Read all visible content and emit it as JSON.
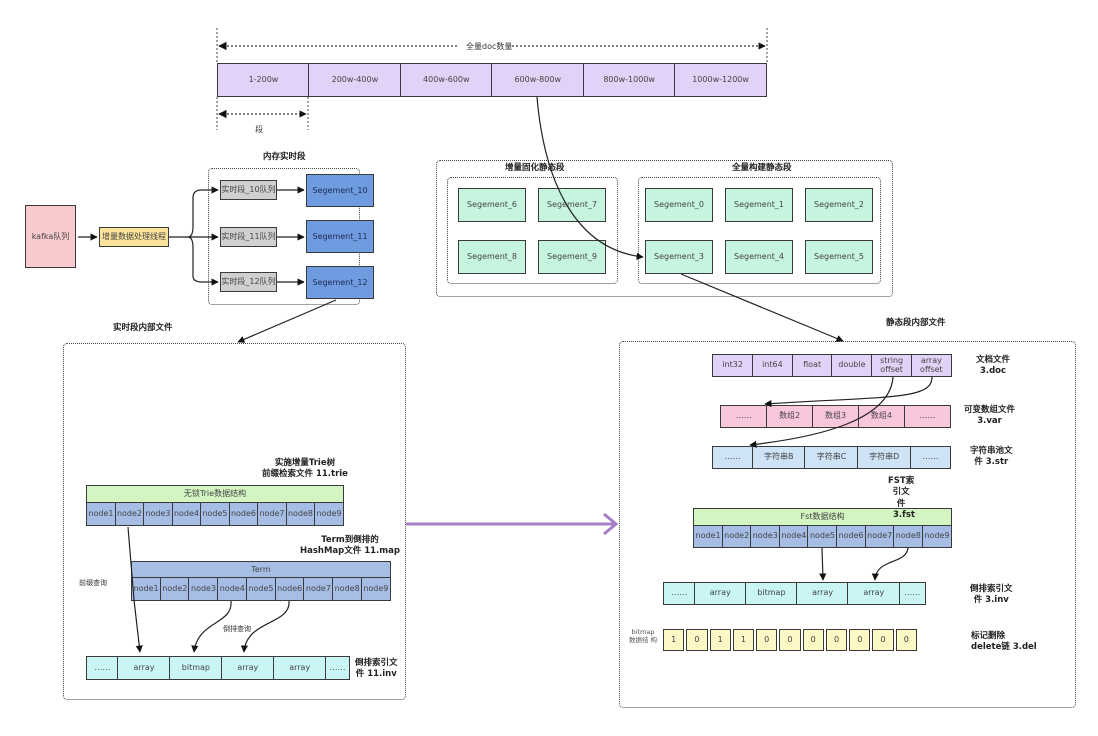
{
  "top": {
    "total_label": "全量doc数量",
    "segment_label": "段",
    "ranges": [
      "1-200w",
      "200w-400w",
      "400w-600w",
      "600w-800w",
      "800w-1000w",
      "1000w-1200w"
    ]
  },
  "realtime": {
    "kafka": "kafka队列",
    "processor": "增量数据处理线程",
    "group_title": "内存实时段",
    "queues": [
      "实时段_10队列",
      "实时段_11队列",
      "实时段_12队列"
    ],
    "segments": [
      "Segement_10",
      "Segement_11",
      "Segement_12"
    ]
  },
  "static": {
    "incremental_title": "增量固化静态段",
    "incremental_segments": [
      "Segement_6",
      "Segement_7",
      "Segement_8",
      "Segement_9"
    ],
    "full_title": "全量构建静态段",
    "full_segments": [
      "Segement_0",
      "Segement_1",
      "Segement_2",
      "Segement_3",
      "Segement_4",
      "Segement_5"
    ]
  },
  "realtime_files": {
    "title": "实时段内部文件",
    "trie_label_line1": "实施增量Trie树",
    "trie_label_line2": "前缀检索文件 11.trie",
    "trie_header": "无锁Trie数据结构",
    "trie_nodes": [
      "node1",
      "node2",
      "node3",
      "node4",
      "node5",
      "node6",
      "node7",
      "node8",
      "node9"
    ],
    "map_label_line1": "Term到倒排的",
    "map_label_line2": "HashMap文件 11.map",
    "term_header": "Term",
    "term_nodes": [
      "node1",
      "node2",
      "node3",
      "node4",
      "node5",
      "node6",
      "node7",
      "node8",
      "node9"
    ],
    "prefix_query": "前缀查询",
    "inverted_query": "倒排查询",
    "inv_cells": [
      "……",
      "array",
      "bitmap",
      "array",
      "array",
      "……"
    ],
    "inv_label_line1": "倒排索引文",
    "inv_label_line2": "件 11.inv"
  },
  "static_files": {
    "title": "静态段内部文件",
    "doc_cells": [
      "int32",
      "int64",
      "float",
      "double",
      "string offset",
      "array offset"
    ],
    "doc_label_line1": "文档文件",
    "doc_label_line2": "3.doc",
    "var_cells": [
      "……",
      "数组2",
      "数组3",
      "数组4",
      "……"
    ],
    "var_label_line1": "可变数组文件",
    "var_label_line2": "3.var",
    "str_cells": [
      "……",
      "字符串B",
      "字符串C",
      "字符串D",
      "……"
    ],
    "str_label_line1": "字符串池文",
    "str_label_line2": "件 3.str",
    "fst_label_line1": "FST索",
    "fst_label_line2": "引文",
    "fst_label_line3": "件",
    "fst_label_line4": "3.fst",
    "fst_header": "Fst数据结构",
    "fst_nodes": [
      "node1",
      "node2",
      "node3",
      "node4",
      "node5",
      "node6",
      "node7",
      "node8",
      "node9"
    ],
    "inv_cells": [
      "……",
      "array",
      "bitmap",
      "array",
      "array",
      "……"
    ],
    "inv_label_line1": "倒排索引文",
    "inv_label_line2": "件 3.inv",
    "bitmap_side_label": "bitmap 数据结 构",
    "bitmap_bits": [
      "1",
      "0",
      "1",
      "1",
      "0",
      "0",
      "0",
      "0",
      "0",
      "0",
      "0"
    ],
    "del_label_line1": "标记删除",
    "del_label_line2": "delete链 3.del"
  },
  "colors": {
    "range_fill": "#e3d2f7",
    "segment_static": "#c6f5df",
    "segment_realtime": "#6f9be0",
    "big_arrow": "#a77fc4"
  }
}
